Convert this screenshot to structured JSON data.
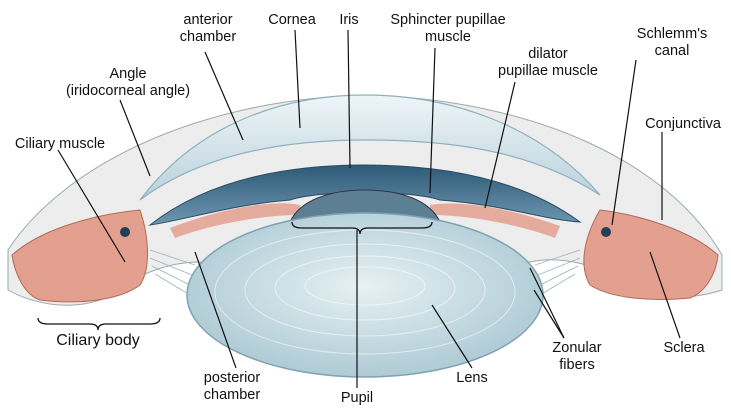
{
  "labels": {
    "anterior_chamber": [
      "anterior",
      "chamber"
    ],
    "cornea": "Cornea",
    "iris": "Iris",
    "sphincter": [
      "Sphincter pupillae",
      "muscle"
    ],
    "dilator": [
      "dilator",
      "pupillae muscle"
    ],
    "schlemm": [
      "Schlemm's",
      "canal"
    ],
    "angle": [
      "Angle",
      "(iridocorneal angle)"
    ],
    "conjunctiva": "Conjunctiva",
    "ciliary_muscle": "Ciliary muscle",
    "ciliary_body": "Ciliary body",
    "posterior_chamber": [
      "posterior",
      "chamber"
    ],
    "pupil": "Pupil",
    "lens": "Lens",
    "zonular": [
      "Zonular",
      "fibers"
    ],
    "sclera": "Sclera"
  },
  "colors": {
    "cornea": "#d9e8ef",
    "iris": "#3f6f8f",
    "muscle": "#e3a08f",
    "lens": "#cfe3ea",
    "sclera": "#ececec",
    "line": "#111111"
  }
}
